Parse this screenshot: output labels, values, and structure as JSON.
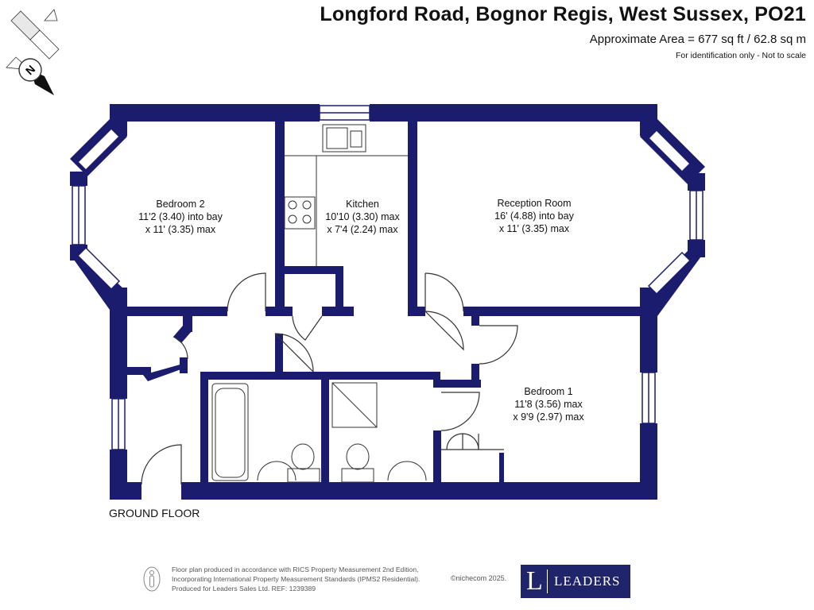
{
  "header": {
    "title": "Longford Road, Bognor Regis, West Sussex, PO21",
    "area": "Approximate Area = 677 sq ft / 62.8 sq m",
    "note": "For identification only - Not to scale"
  },
  "compass": {
    "letter": "N",
    "icon": "compass-icon"
  },
  "rooms": [
    {
      "name": "Bedroom 2",
      "line1": "11'2 (3.40) into bay",
      "line2": "x 11' (3.35) max"
    },
    {
      "name": "Kitchen",
      "line1": "10'10 (3.30) max",
      "line2": "x 7'4 (2.24) max"
    },
    {
      "name": "Reception Room",
      "line1": "16' (4.88) into bay",
      "line2": "x 11' (3.35) max"
    },
    {
      "name": "Bedroom 1",
      "line1": "11'8 (3.56) max",
      "line2": "x 9'9 (2.97) max"
    }
  ],
  "floor_label": "GROUND FLOOR",
  "footer": {
    "line1": "Floor plan produced in accordance with RICS Property Measurement 2nd Edition,",
    "line2": "Incorporating International Property Measurement Standards (IPMS2 Residential).",
    "line3": "Produced for Leaders Sales Ltd.   REF:  1239389",
    "copyright": "©nichecom 2025."
  },
  "logo": {
    "letter": "L",
    "word": "LEADERS"
  },
  "colors": {
    "wall": "#1c1c6e",
    "fixture": "#333333",
    "brand": "#20256b"
  }
}
